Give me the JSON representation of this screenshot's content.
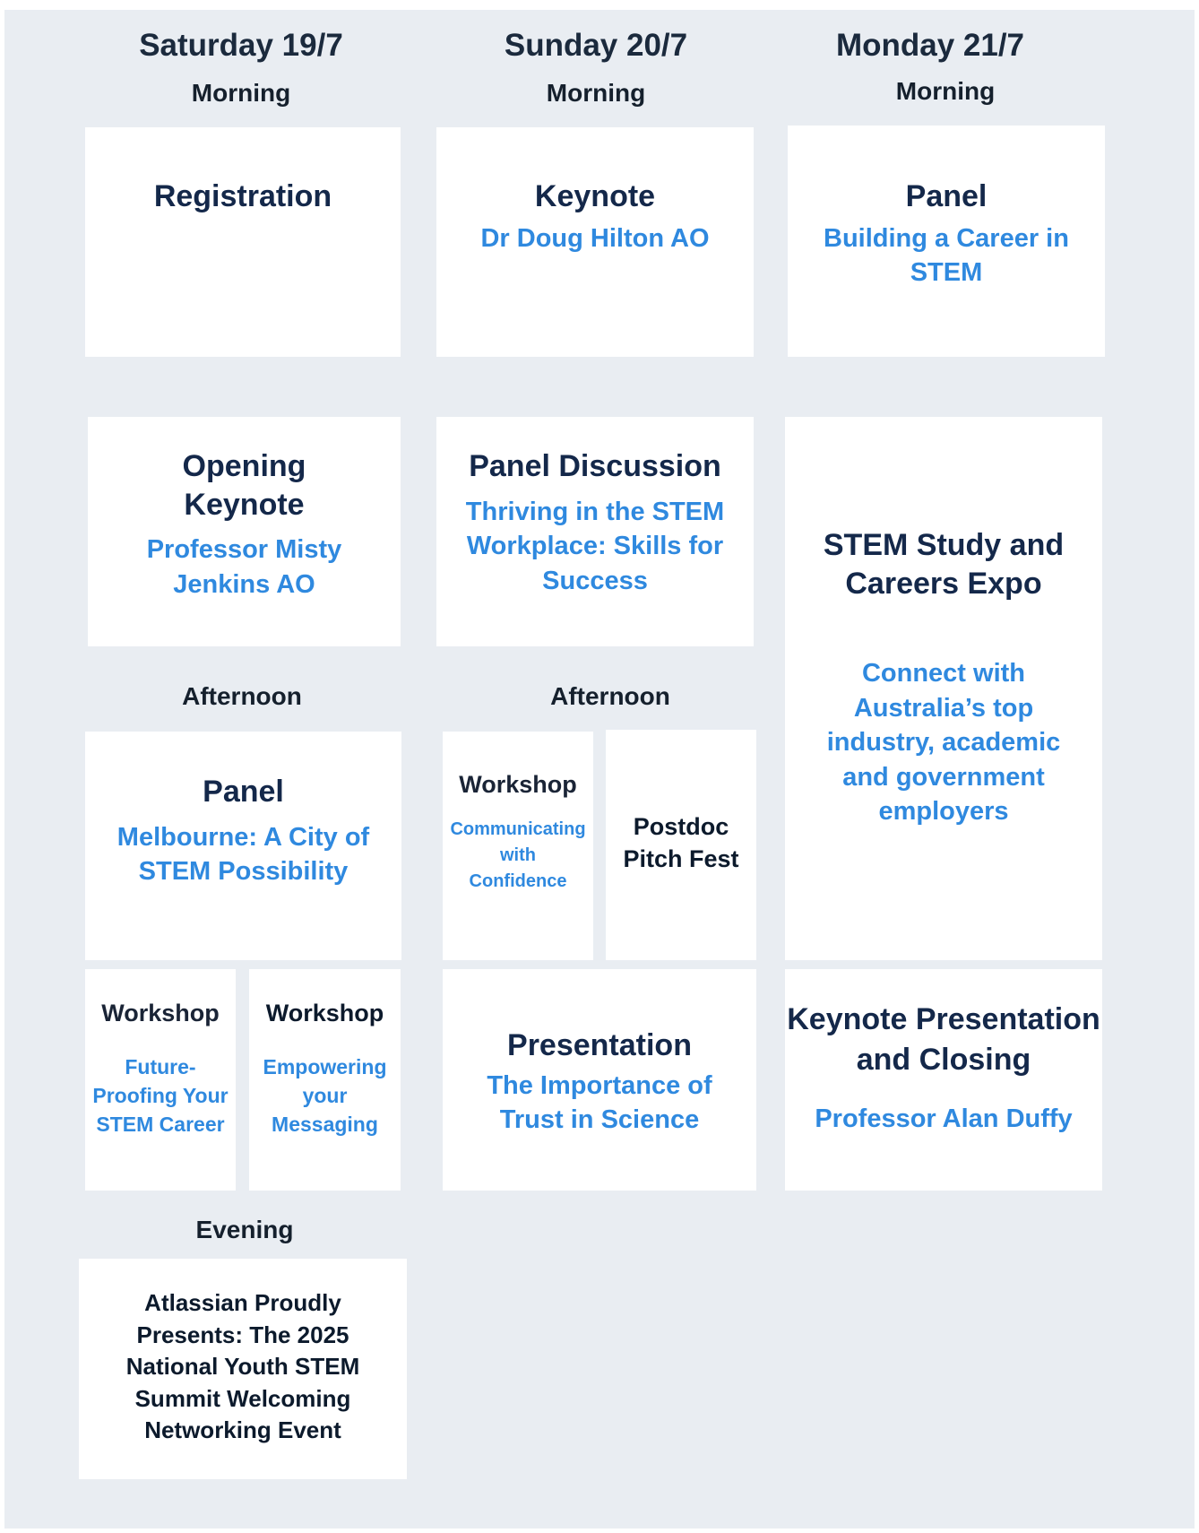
{
  "days": [
    {
      "label": "Saturday 19/7",
      "period": "Morning"
    },
    {
      "label": "Sunday 20/7",
      "period": "Morning"
    },
    {
      "label": "Monday 21/7",
      "period": "Morning"
    }
  ],
  "periods": {
    "sat_afternoon": "Afternoon",
    "sun_afternoon": "Afternoon",
    "sat_evening": "Evening"
  },
  "sessions": {
    "registration": {
      "title": "Registration"
    },
    "sun_keynote": {
      "title": "Keynote",
      "speaker": "Dr Doug Hilton AO"
    },
    "mon_panel": {
      "title": "Panel",
      "subtitle": [
        "Building a Career in",
        "STEM"
      ]
    },
    "opening_keynote": {
      "title": [
        "Opening",
        "Keynote"
      ],
      "speaker": [
        "Professor Misty",
        "Jenkins AO"
      ]
    },
    "panel_discussion": {
      "title": "Panel Discussion",
      "subtitle": [
        "Thriving in the STEM",
        "Workplace: Skills for",
        "Success"
      ]
    },
    "expo": {
      "title": [
        "STEM Study and",
        "Careers Expo"
      ],
      "subtitle": [
        "Connect with",
        "Australia’s top",
        "industry, academic",
        "and government",
        "employers"
      ]
    },
    "sat_panel": {
      "title": "Panel",
      "subtitle": [
        "Melbourne: A City of",
        "STEM Possibility"
      ]
    },
    "sun_workshop": {
      "title": "Workshop",
      "subtitle": [
        "Communicating",
        "with",
        "Confidence"
      ]
    },
    "postdoc": {
      "title": [
        "Postdoc",
        "Pitch Fest"
      ]
    },
    "workshop_future": {
      "title": "Workshop",
      "subtitle": [
        "Future-",
        "Proofing Your",
        "STEM Career"
      ]
    },
    "workshop_messaging": {
      "title": "Workshop",
      "subtitle": [
        "Empowering",
        "your",
        "Messaging"
      ]
    },
    "presentation": {
      "title": "Presentation",
      "subtitle": [
        "The Importance of",
        "Trust in Science"
      ]
    },
    "closing": {
      "title": [
        "Keynote Presentation",
        "and Closing"
      ],
      "speaker": "Professor Alan Duffy"
    },
    "networking": {
      "title": [
        "Atlassian Proudly",
        "Presents: The 2025",
        "National Youth STEM",
        "Summit Welcoming",
        "Networking Event"
      ]
    }
  }
}
